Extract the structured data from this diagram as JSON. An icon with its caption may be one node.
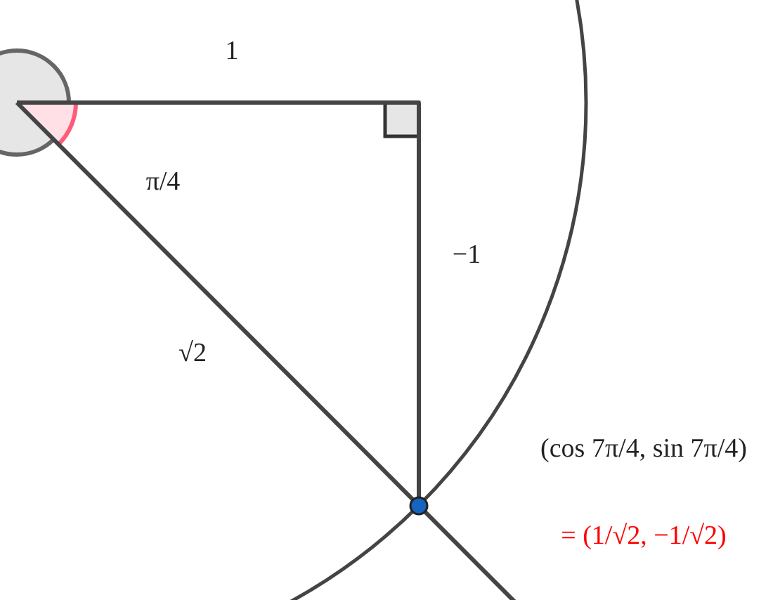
{
  "diagram": {
    "labels": [
      "1",
      "π/4",
      "−1",
      "√2",
      "(cos 7π/4, sin 7π/4)",
      "= (1/√2, −1/√2)"
    ]
  }
}
